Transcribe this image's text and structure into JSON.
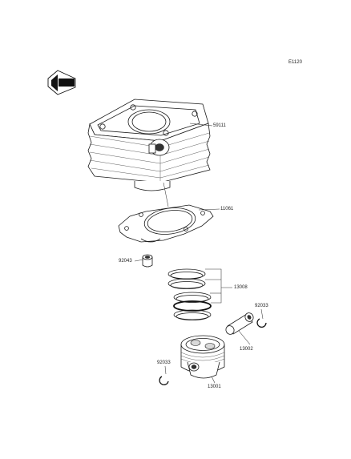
{
  "diagram_code": "E1120",
  "front_badge": "FRONT",
  "parts": {
    "cylinder": "59111",
    "gasket": "11061",
    "dowel_pin": "92043",
    "ring_set": "13008",
    "circlip_right": "92033",
    "piston_pin": "13002",
    "circlip_left": "92033",
    "piston": "13001"
  }
}
